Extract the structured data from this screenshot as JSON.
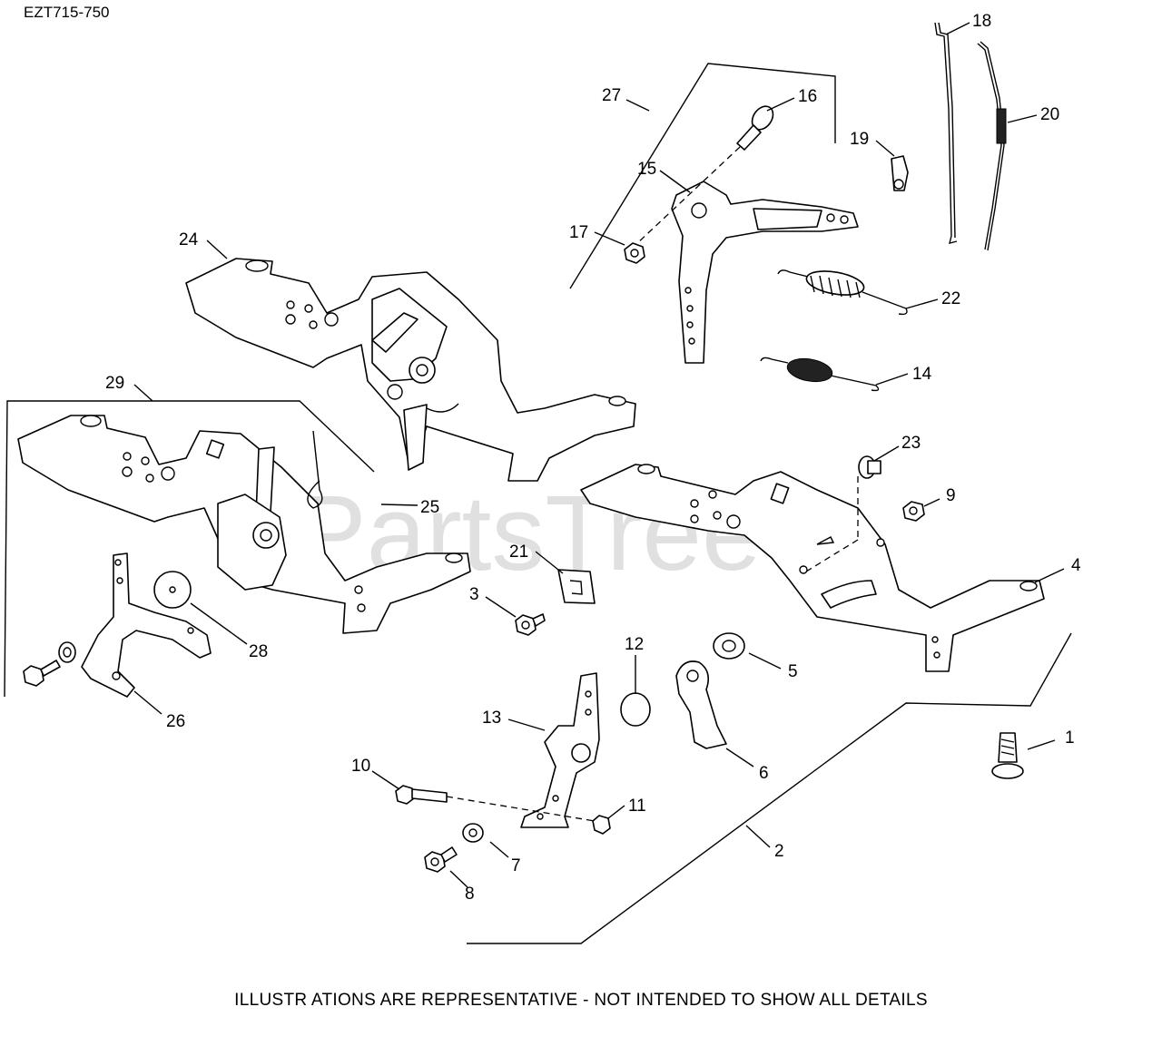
{
  "model": "EZT715-750",
  "footer": "ILLUSTR ATIONS ARE REPRESENTATIVE - NOT INTENDED  TO SHOW ALL DETAILS",
  "watermark": "PartsTree",
  "callouts": [
    "1",
    "2",
    "3",
    "4",
    "5",
    "6",
    "7",
    "8",
    "9",
    "10",
    "11",
    "12",
    "13",
    "14",
    "15",
    "16",
    "17",
    "18",
    "19",
    "20",
    "21",
    "22",
    "23",
    "24",
    "25",
    "26",
    "27",
    "28",
    "29"
  ]
}
